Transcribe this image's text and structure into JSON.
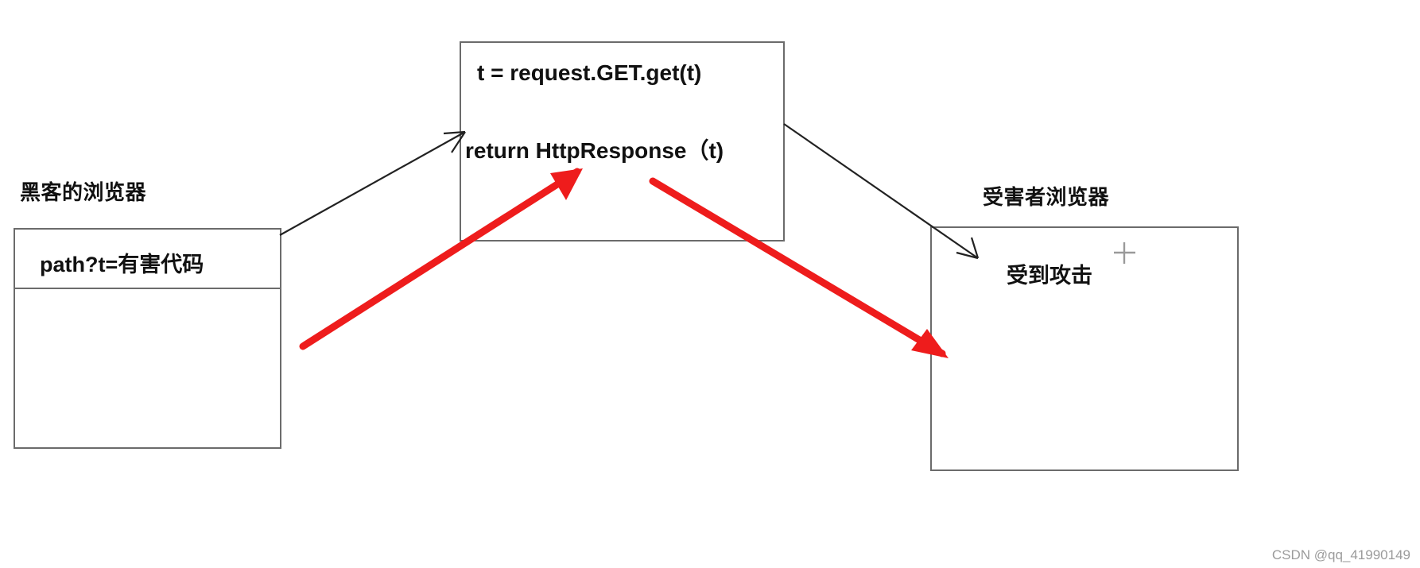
{
  "diagram": {
    "title_context": "XSS reflected attack flow diagram",
    "hacker": {
      "label": "黑客的浏览器",
      "url_text": "path?t=有害代码"
    },
    "server": {
      "code_line_1": "t = request.GET.get(t)",
      "code_line_2": "return HttpResponse（t)"
    },
    "victim": {
      "label": "受害者浏览器",
      "result_text": "受到攻击"
    },
    "connectors": [
      {
        "name": "hacker-to-server",
        "style": "thin-black",
        "direction": "up-right"
      },
      {
        "name": "server-to-victim",
        "style": "thin-black",
        "direction": "down-right"
      },
      {
        "name": "red-annotation-to-server",
        "style": "thick-red",
        "direction": "up-right"
      },
      {
        "name": "red-annotation-to-victim",
        "style": "thick-red",
        "direction": "down-right"
      }
    ],
    "cursor": {
      "name": "crosshair-cursor"
    },
    "watermark": "CSDN @qq_41990149",
    "colors": {
      "box_border": "#6b6b6b",
      "text": "#111111",
      "arrow_black": "#222222",
      "arrow_red": "#ee1c1c",
      "watermark": "#9b9b9b",
      "background": "#ffffff"
    }
  }
}
